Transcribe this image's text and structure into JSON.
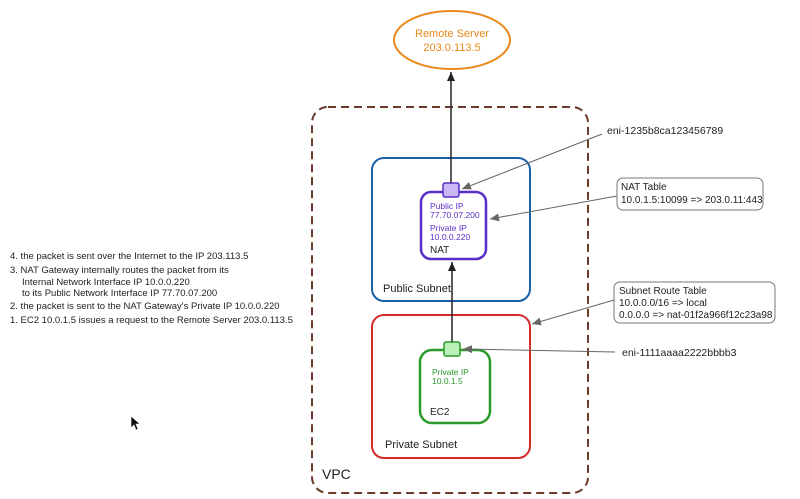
{
  "remote_server": {
    "title": "Remote Server",
    "ip": "203.0.113.5",
    "color": "#e8891a"
  },
  "vpc": {
    "label": "VPC",
    "color": "#6b3a2a"
  },
  "public_subnet": {
    "label": "Public Subnet",
    "color": "#1a5fa8"
  },
  "private_subnet": {
    "label": "Private Subnet",
    "color": "#d42a2a"
  },
  "nat": {
    "label": "NAT",
    "public_ip_label": "Public IP",
    "public_ip": "77.70.07.200",
    "private_ip_label": "Private IP",
    "private_ip": "10.0.0.220",
    "color": "#5a2fc8"
  },
  "ec2": {
    "label": "EC2",
    "private_ip_label": "Private IP",
    "private_ip": "10.0.1.5",
    "color": "#2a9a2a"
  },
  "eni_public": "eni-1235b8ca123456789",
  "eni_private": "eni-1111aaaa2222bbbb3",
  "nat_table": {
    "title": "NAT Table",
    "entry": "10.0.1.5:10099 => 203.0.11:443"
  },
  "route_table": {
    "title": "Subnet Route Table",
    "routes": [
      "10.0.0.0/16 => local",
      "0.0.0.0 => nat-01f2a966f12c23a98"
    ]
  },
  "steps": {
    "step4": "4. the packet is sent over the Internet to the IP 203.113.5",
    "step3_line1": "3. NAT Gateway internally routes the packet from its",
    "step3_line2": "Internal Network Interface IP 10.0.0.220",
    "step3_line3": "to its Public Network Interface IP 77.70.07.200",
    "step2": "2. the packet is sent to the NAT Gateway's Private IP 10.0.0.220",
    "step1": "1. EC2 10.0.1.5 issues a request to the Remote Server 203.0.113.5"
  }
}
